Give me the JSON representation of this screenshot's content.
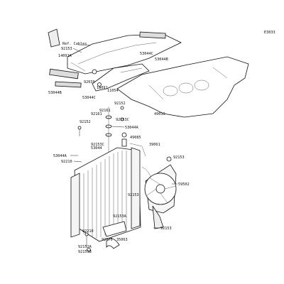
{
  "diagram": {
    "code": "E3033",
    "ref_text": "Ref. Cables",
    "callouts": {
      "p92153_top": "92153",
      "p14091a": "14091A",
      "p53044b_l": "53044B",
      "p92039": "92039",
      "p14091": "14091",
      "p53044c_l": "53044C",
      "p11054": "11054",
      "p53044c_r": "53044C",
      "p53044b_r": "53044B",
      "p49019": "49019",
      "p92152_a": "92152",
      "p92161_a": "92161",
      "p92161_b": "92161",
      "p92153c_a": "92153C",
      "p92152_b": "92152",
      "p53044a_a": "53044A",
      "p49085": "49085",
      "p39061": "39061",
      "p92153c_b": "92153C",
      "p53044": "53044",
      "p53044a_b": "53044A",
      "p92210_a": "92210",
      "p92153_b": "92153",
      "p59502": "59502",
      "p92153_c": "92153",
      "p92153a": "92153A",
      "p92210_b": "92210",
      "p92075": "92075",
      "p35063": "35063",
      "p92152a": "92152A",
      "p92153b": "92153B",
      "p92153_d": "92153"
    }
  }
}
